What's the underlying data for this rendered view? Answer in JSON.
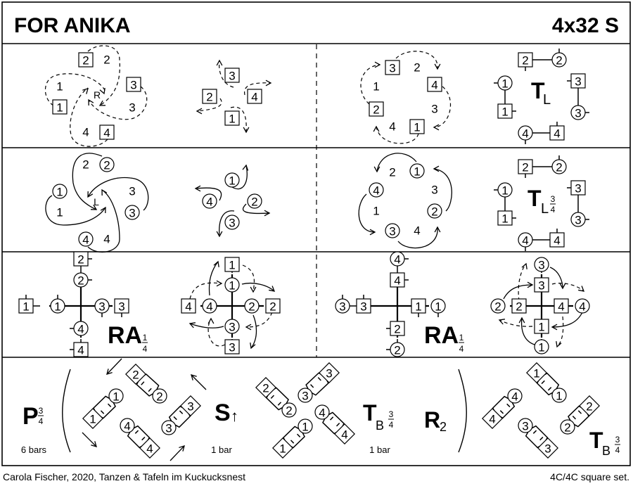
{
  "header": {
    "title": "FOR ANIKA",
    "format": "4x32 S"
  },
  "figures": {
    "row1_right": {
      "letter": "T",
      "sub": "L"
    },
    "row2_right": {
      "letter": "T",
      "sub": "L",
      "fraction": {
        "num": "3",
        "den": "4"
      }
    },
    "row3_left": {
      "letter": "RA",
      "fraction": {
        "num": "1",
        "den": "4"
      }
    },
    "row3_right": {
      "letter": "RA",
      "fraction": {
        "num": "1",
        "den": "4"
      }
    },
    "row4_promenade": {
      "letter": "P",
      "fraction": {
        "num": "3",
        "den": "4"
      },
      "bars": "6 bars"
    },
    "row4_set": {
      "letter": "S",
      "arrow": "↑",
      "bars": "1 bar"
    },
    "row4_turn": {
      "letter": "T",
      "sub": "B",
      "fraction": {
        "num": "3",
        "den": "4"
      },
      "bars": "1 bar"
    },
    "row4_repeat": {
      "letter": "R",
      "sub": "2"
    },
    "row4_final": {
      "letter": "T",
      "sub": "B",
      "fraction": {
        "num": "3",
        "den": "4"
      }
    }
  },
  "labels": {
    "row1_centre": "R",
    "row2_centre": "L"
  },
  "dancers": {
    "row1a_boxes": [
      "2",
      "1",
      "3",
      "4"
    ],
    "row1a_places": [
      "2",
      "1",
      "3",
      "4"
    ],
    "row1b_boxes": [
      "3",
      "2",
      "4",
      "1"
    ],
    "row1c_boxes": [
      "3",
      "4",
      "2",
      "1"
    ],
    "row1c_places": [
      "2",
      "1",
      "3",
      "4"
    ],
    "row1d": {
      "boxes": [
        "2",
        "3",
        "1",
        "4"
      ],
      "circles": [
        "2",
        "1",
        "3",
        "4"
      ]
    },
    "row2a_circles": [
      "2",
      "1",
      "3",
      "4"
    ],
    "row2a_places": [
      "2",
      "1",
      "3",
      "4"
    ],
    "row2b_circles": [
      "1",
      "4",
      "2",
      "3"
    ],
    "row2c_circles": [
      "1",
      "4",
      "2",
      "3"
    ],
    "row2c_places": [
      "2",
      "3",
      "1",
      "4"
    ],
    "row2d": {
      "boxes": [
        "2",
        "3",
        "1",
        "4"
      ],
      "circles": [
        "2",
        "1",
        "3",
        "4"
      ]
    },
    "row3a": {
      "boxes": [
        "2",
        "1",
        "3",
        "4"
      ],
      "circles": [
        "2",
        "1",
        "3",
        "4"
      ]
    },
    "row3b": {
      "boxes": [
        "1",
        "4",
        "2",
        "3"
      ],
      "circles": [
        "1",
        "4",
        "2",
        "3"
      ]
    },
    "row3c": {
      "boxes": [
        "4",
        "3",
        "1",
        "2"
      ],
      "circles": [
        "4",
        "3",
        "1",
        "2"
      ]
    },
    "row3d": {
      "boxes": [
        "3",
        "2",
        "4",
        "1"
      ],
      "circles": [
        "3",
        "2",
        "4",
        "1"
      ]
    },
    "row4a": [
      "2",
      "1",
      "4",
      "3"
    ],
    "row4b": [
      "2",
      "3",
      "1",
      "4"
    ],
    "row4c": [
      "1",
      "4",
      "2",
      "3"
    ]
  },
  "footer": {
    "credit": "Carola Fischer, 2020, Tanzen & Tafeln im Kuckucksnest",
    "set": "4C/4C  square set."
  }
}
